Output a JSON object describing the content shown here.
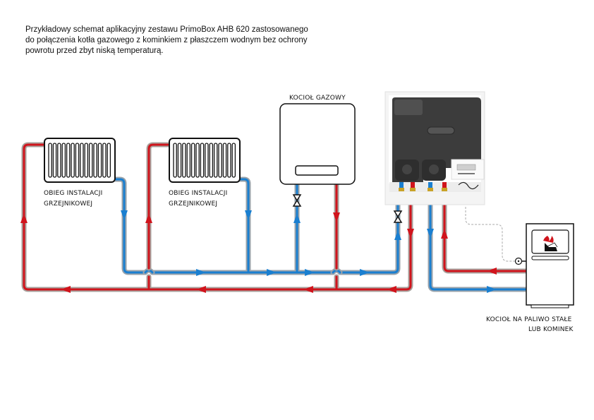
{
  "caption": {
    "lines": [
      "Przykładowy schemat aplikacyjny zestawu PrimoBox AHB 620 zastosowanego",
      "do połączenia kotła gazowego z kominkiem z płaszczem wodnym bez ochrony",
      "powrotu przed zbyt niską temperaturą."
    ]
  },
  "labels": {
    "radiator1": [
      "OBIEG INSTALACJI",
      "GRZEJNIKOWEJ"
    ],
    "radiator2": [
      "OBIEG INSTALACJI",
      "GRZEJNIKOWEJ"
    ],
    "gas_boiler": "KOCIOŁ GAZOWY",
    "solid_boiler": [
      "KOCIOŁ NA PALIWO STAŁE",
      "LUB KOMINEK"
    ]
  },
  "colors": {
    "supply": "#d0141c",
    "return": "#1a7fd0",
    "pipe_casing": "#9aa3ab",
    "outline": "#111111",
    "unit_body": "#4a4a4a"
  },
  "components": {
    "radiator_fins": 14,
    "pumps": 2,
    "valves": 2
  }
}
